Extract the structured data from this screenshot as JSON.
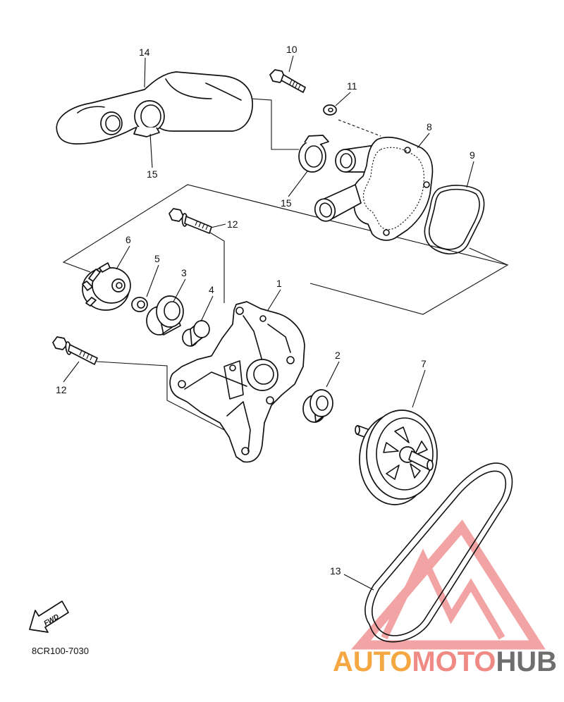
{
  "callouts": [
    "14",
    "15",
    "10",
    "11",
    "8",
    "9",
    "15",
    "12",
    "6",
    "5",
    "3",
    "4",
    "1",
    "2",
    "7",
    "12",
    "13"
  ],
  "diagram_code": "8CR100-7030",
  "fwd_label": "FWD",
  "watermark": {
    "part1": "AUTO",
    "part2": "MOTO",
    "part3": "HUB"
  },
  "colors": {
    "line": "#111111",
    "background": "#ffffff",
    "watermark_triangle": "#ee8585",
    "watermark_auto": "#f5a742",
    "watermark_moto": "#f08a84",
    "watermark_hub": "#6e6e6e"
  }
}
